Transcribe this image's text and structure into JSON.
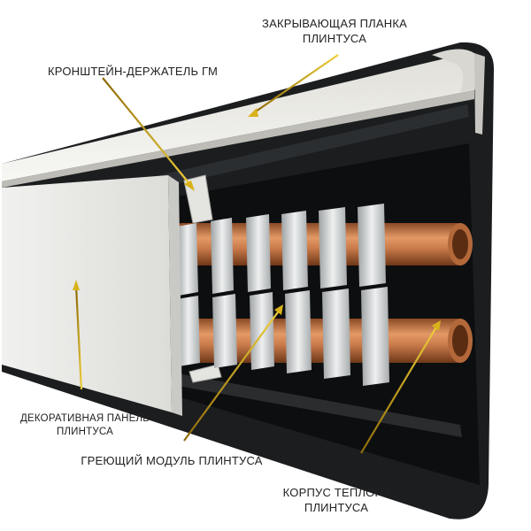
{
  "labels": {
    "cover_strip": {
      "line1": "ЗАКРЫВАЮЩАЯ ПЛАНКА",
      "line2": "ПЛИНТУСА"
    },
    "bracket": {
      "line1": "КРОНШТЕЙН-ДЕРЖАТЕЛЬ ГМ"
    },
    "decor_panel": {
      "line1": "ДЕКОРАТИВНАЯ ПАНЕЛЬ",
      "line2": "ПЛИНТУСА"
    },
    "heating_module": {
      "line1": "ГРЕЮЩИЙ МОДУЛЬ ПЛИНТУСА"
    },
    "housing": {
      "line1": "КОРПУС ТЕПЛОГО",
      "line2": "ПЛИНТУСА"
    }
  },
  "colors": {
    "housing": "#1b1d1f",
    "panel": "#e9e9e6",
    "copper": "#c97a4a",
    "fins": "#c9cccd",
    "arrow": "#d9b21a"
  }
}
